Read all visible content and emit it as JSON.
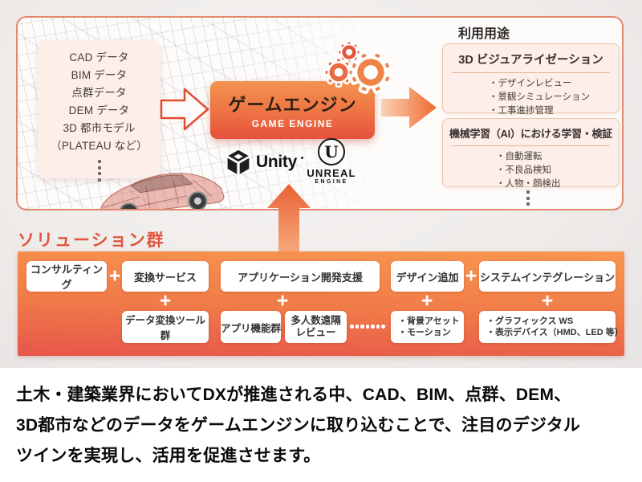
{
  "colors": {
    "accent_orange": "#ee7a43",
    "deep_red_orange": "#e5503c",
    "panel_top": "#f8964f",
    "panel_bottom": "#e7564b",
    "container_border": "#e3876f",
    "pink_box_bg": "#fceee8",
    "usage_box_bg": "#fdeee9",
    "usage_box_border": "#f1c3a6",
    "solution_title": "#e05640"
  },
  "input_box": {
    "lines": [
      "CAD データ",
      "BIM データ",
      "点群データ",
      "DEM データ",
      "3D 都市モデル",
      "（PLATEAU など）"
    ]
  },
  "engine": {
    "title": "ゲームエンジン",
    "subtitle": "GAME ENGINE"
  },
  "logos": {
    "unity_label": "Unity",
    "unreal_u": "U",
    "unreal_line1": "UNREAL",
    "unreal_line2": "ENGINE"
  },
  "usage": {
    "header": "利用用途",
    "box1": {
      "title": "3D ビジュアライゼーション",
      "items": [
        "・デザインレビュー",
        "・景観シミュレーション",
        "・工事進捗管理"
      ]
    },
    "box2": {
      "title": "機械学習（AI）における学習・検証",
      "items": [
        "・自動運転",
        "・不良品検知",
        "・人物・顔検出"
      ]
    }
  },
  "solutions": {
    "header": "ソリューション群",
    "plus": "+",
    "row1": [
      "コンサルティング",
      "変換サービス",
      "アプリケーション開発支援",
      "デザイン追加",
      "システムインテグレーション"
    ],
    "row2": {
      "data_tools": "データ変換ツール群",
      "app_features": "アプリ機能群",
      "multi_line1": "多人数遠隔",
      "multi_line2": "レビュー",
      "bg_asset_line1": "・背景アセット",
      "bg_asset_line2": "・モーション",
      "gfx_line1": "・グラフィックス WS",
      "gfx_line2": "・表示デバイス（HMD、LED 等）"
    }
  },
  "caption": {
    "line1": "土木・建築業界においてDXが推進される中、CAD、BIM、点群、DEM、",
    "line2": "3D都市などのデータをゲームエンジンに取り込むことで、注目のデジタル",
    "line3": "ツインを実現し、活用を促進させます。"
  }
}
